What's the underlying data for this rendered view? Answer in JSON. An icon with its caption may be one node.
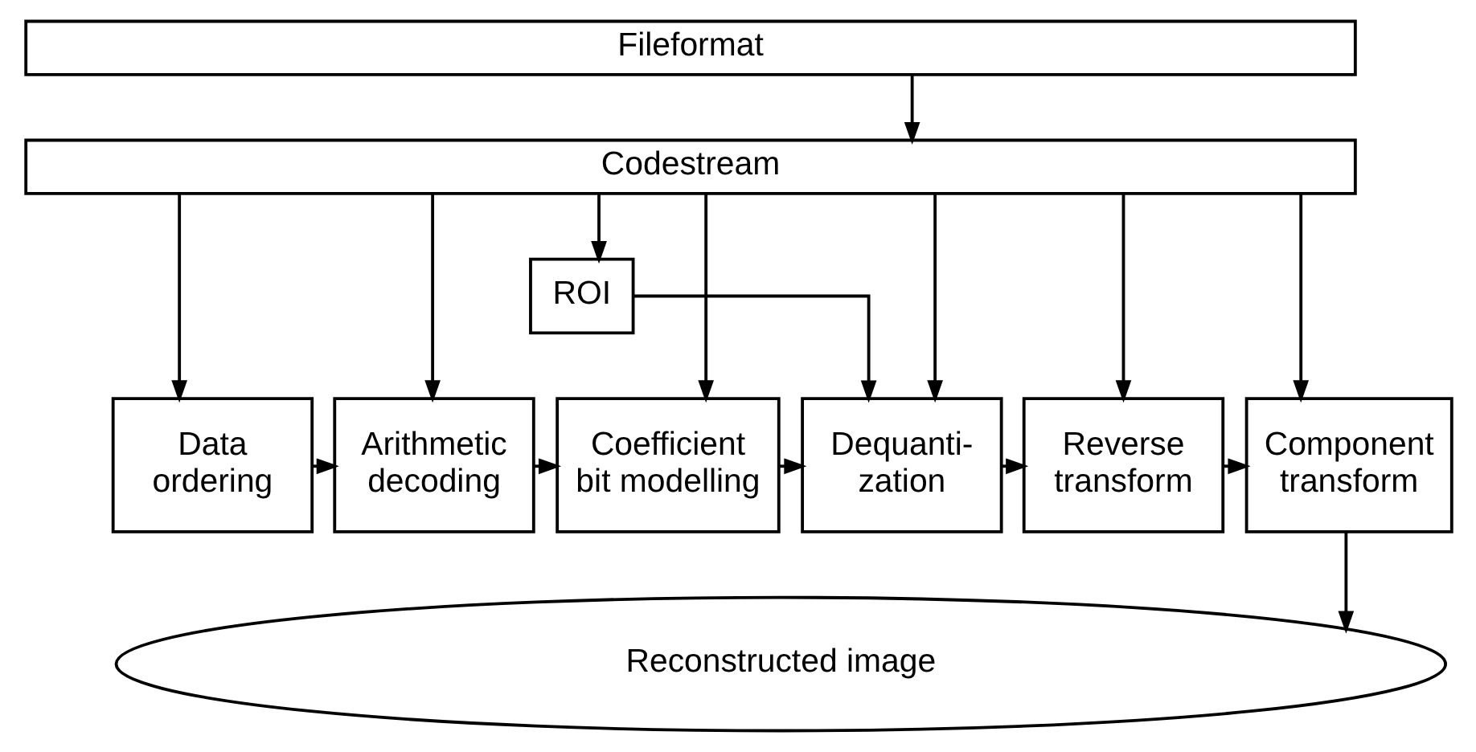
{
  "diagram": {
    "nodes": [
      {
        "text": [
          "Fileformat"
        ]
      },
      {
        "text": [
          "Codestream"
        ]
      },
      {
        "text": [
          "ROI"
        ]
      },
      {
        "text": [
          "Data ordering"
        ]
      },
      {
        "text": [
          "Arithmetic decoding"
        ]
      },
      {
        "text": [
          "Coefficient bit modelling"
        ]
      },
      {
        "text": [
          "Dequanti- zation"
        ]
      },
      {
        "text": [
          "Reverse transform"
        ]
      },
      {
        "text": [
          "Component transform"
        ]
      },
      {
        "text": [
          "Reconstructed image"
        ]
      }
    ],
    "edges": [
      {
        "from": 0,
        "to": 1,
        "arrow": "to"
      },
      {
        "from": 1,
        "to": 3,
        "arrow": "to"
      },
      {
        "from": 1,
        "to": 4,
        "arrow": "to"
      },
      {
        "from": 1,
        "to": 5,
        "arrow": "to"
      },
      {
        "from": 1,
        "to": 2,
        "arrow": "to"
      },
      {
        "from": 1,
        "to": 6,
        "arrow": "to"
      },
      {
        "from": 1,
        "to": 7,
        "arrow": "to"
      },
      {
        "from": 1,
        "to": 8,
        "arrow": "to"
      },
      {
        "from": 2,
        "to": 6,
        "arrow": "to"
      },
      {
        "from": 3,
        "to": 4,
        "arrow": "to"
      },
      {
        "from": 4,
        "to": 5,
        "arrow": "to"
      },
      {
        "from": 5,
        "to": 6,
        "arrow": "to"
      },
      {
        "from": 6,
        "to": 7,
        "arrow": "to"
      },
      {
        "from": 7,
        "to": 8,
        "arrow": "to"
      },
      {
        "from": 8,
        "to": 9,
        "arrow": "to"
      }
    ]
  }
}
